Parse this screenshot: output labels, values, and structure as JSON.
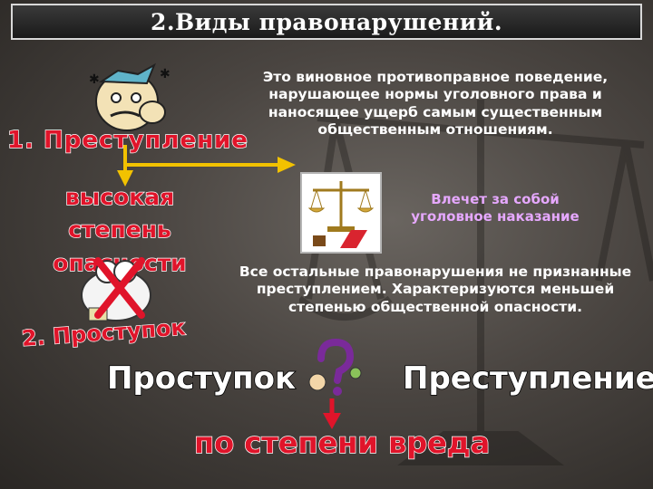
{
  "title": "2.Виды правонарушений.",
  "crime": {
    "heading": "1. Преступление",
    "feature": "высокая степень опасности",
    "definition": "Это виновное противоправное поведение, нарушающее нормы уголовного права и наносящее ущерб самым существенным общественным отношениям.",
    "consequence": "Влечет за собой уголовное наказание"
  },
  "misdemeanor": {
    "heading": "2. Проступок",
    "definition": "Все остальные правонарушения не признанные преступлением. Характеризуются меньшей степенью общественной опасности."
  },
  "comparison": {
    "left": "Проступок",
    "right": "Преступление",
    "criterion": "по степени вреда"
  },
  "colors": {
    "accent_red": "#e0142a",
    "arrow_yellow": "#f2c200",
    "consequence_text": "#e6a8ff"
  }
}
